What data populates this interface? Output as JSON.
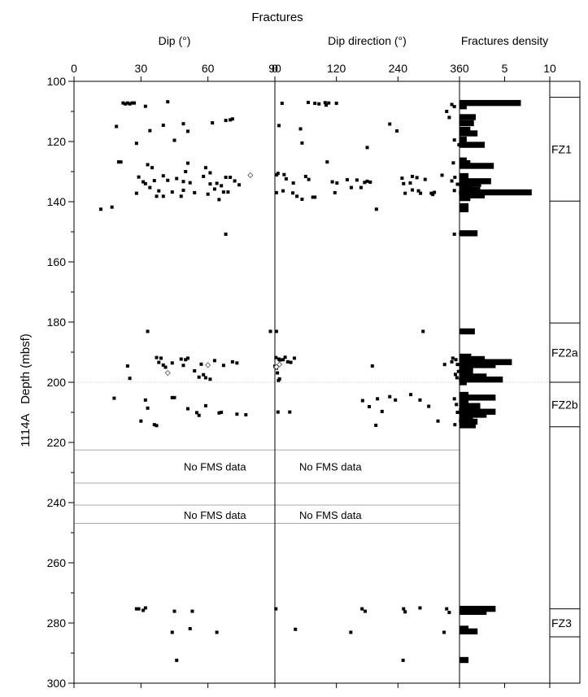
{
  "chart_data": {
    "type": "scatter",
    "title": "Fractures",
    "ylabel": "1114A   Depth (mbsf)",
    "ylim": [
      300,
      100
    ],
    "yticks": [
      100,
      120,
      140,
      160,
      180,
      200,
      220,
      240,
      260,
      280,
      300
    ],
    "tracks": [
      {
        "id": "dip",
        "label": "Dip (°)",
        "xlim": [
          0,
          90
        ],
        "xticks": [
          0,
          30,
          60,
          90
        ],
        "points": [
          [
            22,
            107.2
          ],
          [
            23,
            107.5
          ],
          [
            24,
            107.2
          ],
          [
            25,
            107.5
          ],
          [
            26,
            107.2
          ],
          [
            27,
            107.2
          ],
          [
            42,
            106.8
          ],
          [
            32,
            108.3
          ],
          [
            19,
            115
          ],
          [
            28,
            120.6
          ],
          [
            34,
            116.4
          ],
          [
            40,
            114.6
          ],
          [
            49,
            114.1
          ],
          [
            51,
            116.6
          ],
          [
            45,
            119.6
          ],
          [
            62,
            113.8
          ],
          [
            68,
            113
          ],
          [
            70,
            112.8
          ],
          [
            71,
            112.5
          ],
          [
            20,
            126.8
          ],
          [
            21,
            126.8
          ],
          [
            33,
            127.7
          ],
          [
            35,
            128.7
          ],
          [
            50,
            130
          ],
          [
            51,
            127.2
          ],
          [
            59,
            128.7
          ],
          [
            61,
            130.4
          ],
          [
            29,
            131.8
          ],
          [
            31,
            133.4
          ],
          [
            36,
            133
          ],
          [
            40,
            131.4
          ],
          [
            42,
            132.9
          ],
          [
            46,
            132.3
          ],
          [
            49,
            133.3
          ],
          [
            52,
            133.7
          ],
          [
            58,
            131.6
          ],
          [
            61,
            134.1
          ],
          [
            64,
            133.9
          ],
          [
            68,
            131.9
          ],
          [
            70,
            131.9
          ],
          [
            72,
            133.1
          ],
          [
            74,
            134.4
          ],
          [
            32,
            134
          ],
          [
            34,
            135.3
          ],
          [
            38,
            136.4
          ],
          [
            44,
            136.8
          ],
          [
            49,
            136.2
          ],
          [
            54,
            137
          ],
          [
            60,
            137.5
          ],
          [
            63,
            135.8
          ],
          [
            66,
            134.7
          ],
          [
            67,
            136.8
          ],
          [
            69,
            136.8
          ],
          [
            28,
            137.2
          ],
          [
            37,
            138.2
          ],
          [
            40,
            138.2
          ],
          [
            48,
            138.2
          ],
          [
            65,
            139.3
          ],
          [
            12,
            142.5
          ],
          [
            17,
            141.8
          ],
          [
            68,
            150.8
          ],
          [
            33,
            183.1
          ],
          [
            88,
            183.1
          ],
          [
            24,
            194.6
          ],
          [
            25,
            198.7
          ],
          [
            37,
            191.8
          ],
          [
            38,
            193.4
          ],
          [
            39,
            192
          ],
          [
            40,
            194.3
          ],
          [
            41,
            195
          ],
          [
            44,
            193.6
          ],
          [
            48,
            192.3
          ],
          [
            50,
            192.5
          ],
          [
            51,
            192
          ],
          [
            49,
            194.4
          ],
          [
            54,
            196.2
          ],
          [
            56,
            198.3
          ],
          [
            57,
            194
          ],
          [
            58,
            197.5
          ],
          [
            59,
            198.5
          ],
          [
            61,
            199
          ],
          [
            63,
            192.8
          ],
          [
            67,
            194.4
          ],
          [
            71,
            193.2
          ],
          [
            73,
            193.6
          ],
          [
            18,
            205.3
          ],
          [
            30,
            212.9
          ],
          [
            32,
            205.9
          ],
          [
            33,
            208.6
          ],
          [
            36,
            214.1
          ],
          [
            37,
            214.4
          ],
          [
            44,
            205.1
          ],
          [
            45,
            205.1
          ],
          [
            51,
            208.8
          ],
          [
            55,
            210.1
          ],
          [
            56,
            211
          ],
          [
            59,
            207.8
          ],
          [
            65,
            210.2
          ],
          [
            66,
            210
          ],
          [
            73,
            210.6
          ],
          [
            77,
            210.8
          ],
          [
            28,
            275.3
          ],
          [
            29,
            275.3
          ],
          [
            31,
            275.8
          ],
          [
            32,
            275
          ],
          [
            45,
            276.1
          ],
          [
            53,
            276.1
          ],
          [
            44,
            283.1
          ],
          [
            52,
            281.9
          ],
          [
            64,
            283.1
          ],
          [
            46,
            292.4
          ]
        ],
        "open_points": [
          [
            79,
            131.2
          ],
          [
            42,
            196.9
          ],
          [
            60,
            194.3
          ]
        ],
        "no_data_notes": [
          {
            "text": "No FMS data",
            "depth": 228
          },
          {
            "text": "No FMS data",
            "depth": 244
          }
        ]
      },
      {
        "id": "dipdir",
        "label": "Dip direction (°)",
        "xlim": [
          0,
          360
        ],
        "xticks": [
          0,
          120,
          240,
          360
        ],
        "points": [
          [
            14,
            107.3
          ],
          [
            65,
            107
          ],
          [
            78,
            107.3
          ],
          [
            86,
            107.5
          ],
          [
            98,
            107.1
          ],
          [
            100,
            107.9
          ],
          [
            105,
            107.2
          ],
          [
            120,
            107.3
          ],
          [
            345,
            107.7
          ],
          [
            350,
            108.4
          ],
          [
            8,
            114.7
          ],
          [
            50,
            115.8
          ],
          [
            53,
            120.5
          ],
          [
            180,
            122
          ],
          [
            224,
            114.2
          ],
          [
            238,
            116.5
          ],
          [
            335,
            110
          ],
          [
            340,
            112
          ],
          [
            350,
            119.5
          ],
          [
            359,
            121.1
          ],
          [
            362,
            120.8
          ],
          [
            102,
            126.8
          ],
          [
            326,
            131.2
          ],
          [
            348,
            127.1
          ],
          [
            3,
            131.1
          ],
          [
            6,
            130.6
          ],
          [
            18,
            131
          ],
          [
            22,
            132.4
          ],
          [
            36,
            133.8
          ],
          [
            60,
            131.6
          ],
          [
            66,
            132.6
          ],
          [
            112,
            133.4
          ],
          [
            121,
            133.8
          ],
          [
            141,
            132.7
          ],
          [
            160,
            132.8
          ],
          [
            168,
            135.3
          ],
          [
            175,
            133.6
          ],
          [
            180,
            133.2
          ],
          [
            186,
            133.5
          ],
          [
            248,
            132.2
          ],
          [
            251,
            134
          ],
          [
            264,
            133.8
          ],
          [
            268,
            136.1
          ],
          [
            268,
            131.6
          ],
          [
            277,
            132
          ],
          [
            293,
            132.6
          ],
          [
            345,
            133.1
          ],
          [
            351,
            131.9
          ],
          [
            356,
            134.2
          ],
          [
            350,
            136.3
          ],
          [
            362,
            137
          ],
          [
            3,
            137
          ],
          [
            16,
            136.4
          ],
          [
            35,
            137.1
          ],
          [
            43,
            138.2
          ],
          [
            53,
            139.2
          ],
          [
            74,
            138.5
          ],
          [
            78,
            138.5
          ],
          [
            117,
            137
          ],
          [
            149,
            135.3
          ],
          [
            254,
            137.2
          ],
          [
            280,
            136.4
          ],
          [
            284,
            137.2
          ],
          [
            305,
            137.2
          ],
          [
            308,
            137.6
          ],
          [
            311,
            136.9
          ],
          [
            198,
            142.5
          ],
          [
            350,
            150.8
          ],
          [
            362,
            150.5
          ],
          [
            3,
            183.1
          ],
          [
            289,
            183.1
          ],
          [
            2,
            191.8
          ],
          [
            8,
            192.3
          ],
          [
            10,
            192.6
          ],
          [
            16,
            192.5
          ],
          [
            20,
            191.7
          ],
          [
            25,
            193.2
          ],
          [
            31,
            193.4
          ],
          [
            38,
            192
          ],
          [
            0,
            194.7
          ],
          [
            3,
            195.3
          ],
          [
            5,
            196.9
          ],
          [
            9,
            198.9
          ],
          [
            7,
            199.4
          ],
          [
            190,
            194.6
          ],
          [
            331,
            194.1
          ],
          [
            345,
            193.2
          ],
          [
            353,
            192.5
          ],
          [
            356,
            194.1
          ],
          [
            352,
            197.4
          ],
          [
            355,
            198.5
          ],
          [
            362,
            199
          ],
          [
            358,
            196.4
          ],
          [
            347,
            192
          ],
          [
            6,
            209.9
          ],
          [
            29,
            209.9
          ],
          [
            171,
            206.1
          ],
          [
            184,
            208.1
          ],
          [
            197,
            214.3
          ],
          [
            200,
            205.5
          ],
          [
            209,
            209.7
          ],
          [
            224,
            204.8
          ],
          [
            235,
            205.9
          ],
          [
            265,
            204.1
          ],
          [
            283,
            205.9
          ],
          [
            300,
            208
          ],
          [
            318,
            212.9
          ],
          [
            350,
            205.5
          ],
          [
            354,
            207.4
          ],
          [
            356,
            210
          ],
          [
            351,
            214.1
          ],
          [
            362,
            212.8
          ],
          [
            362,
            209.2
          ],
          [
            2,
            275.3
          ],
          [
            170,
            275.3
          ],
          [
            176,
            276.1
          ],
          [
            251,
            275.3
          ],
          [
            254,
            276.3
          ],
          [
            283,
            275
          ],
          [
            335,
            275.3
          ],
          [
            340,
            276.5
          ],
          [
            40,
            282.1
          ],
          [
            148,
            283.1
          ],
          [
            330,
            283.1
          ],
          [
            250,
            292.4
          ]
        ],
        "open_points": [
          [
            3,
            194.9
          ],
          [
            9,
            194.1
          ]
        ],
        "no_data_notes": [
          {
            "text": "No FMS data",
            "depth": 228
          },
          {
            "text": "No FMS data",
            "depth": 244
          }
        ]
      },
      {
        "id": "density",
        "label": "Fractures density",
        "type": "bar",
        "xlim": [
          0,
          10
        ],
        "xticks": [
          5,
          10
        ],
        "bar_height": 1,
        "bars": [
          [
            107.2,
            6.8
          ],
          [
            108.3,
            0.8
          ],
          [
            111.9,
            1.8
          ],
          [
            113.9,
            1.6
          ],
          [
            116.1,
            1.2
          ],
          [
            117.3,
            2
          ],
          [
            119.4,
            0.8
          ],
          [
            121.1,
            2.8
          ],
          [
            126.3,
            0.8
          ],
          [
            127.2,
            1.2
          ],
          [
            128.1,
            3.8
          ],
          [
            131.5,
            1
          ],
          [
            133.2,
            3.5
          ],
          [
            134.1,
            2.4
          ],
          [
            135.1,
            1.3
          ],
          [
            136.1,
            2.3
          ],
          [
            136.9,
            8
          ],
          [
            137.9,
            2.8
          ],
          [
            138.8,
            1.2
          ],
          [
            141.5,
            1
          ],
          [
            142.5,
            1
          ],
          [
            150.5,
            2
          ],
          [
            183.1,
            1.7
          ],
          [
            191.5,
            1.3
          ],
          [
            192.3,
            2.8
          ],
          [
            193.3,
            5.8
          ],
          [
            194.3,
            4
          ],
          [
            195.2,
            1.5
          ],
          [
            196.2,
            1.5
          ],
          [
            197.2,
            1
          ],
          [
            198.1,
            3
          ],
          [
            199.1,
            4.8
          ],
          [
            200,
            0.8
          ],
          [
            204.2,
            1
          ],
          [
            205.1,
            4
          ],
          [
            206.1,
            0.8
          ],
          [
            207,
            1
          ],
          [
            207.9,
            2.3
          ],
          [
            208.9,
            1
          ],
          [
            209.8,
            4
          ],
          [
            210.8,
            3
          ],
          [
            212.1,
            1.5
          ],
          [
            213.1,
            2
          ],
          [
            214.3,
            1.8
          ],
          [
            275.3,
            4
          ],
          [
            276.3,
            3
          ],
          [
            281.9,
            1
          ],
          [
            282.8,
            2
          ],
          [
            292.3,
            1
          ]
        ]
      }
    ],
    "zones": [
      {
        "label": "FZ1",
        "top": 105.3,
        "bottom": 139.8
      },
      {
        "label": "FZ2a",
        "top": 180.3,
        "bottom": 200
      },
      {
        "label": "FZ2b",
        "top": 200,
        "bottom": 214.8
      },
      {
        "label": "FZ3",
        "top": 275.3,
        "bottom": 284.6
      }
    ],
    "gap_lines": [
      222.5,
      233.5,
      240.8,
      246.9
    ],
    "boundary_line": 200
  }
}
